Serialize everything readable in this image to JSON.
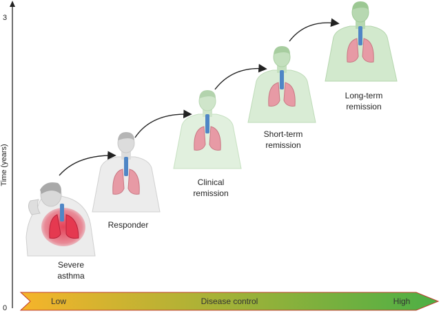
{
  "axis": {
    "y_label": "Time (years)",
    "y_ticks": [
      "3",
      "0"
    ]
  },
  "stages": [
    {
      "id": "severe-asthma",
      "label_lines": [
        "Severe",
        "asthma"
      ]
    },
    {
      "id": "responder",
      "label_lines": [
        "Responder"
      ]
    },
    {
      "id": "clinical-remission",
      "label_lines": [
        "Clinical",
        "remission"
      ]
    },
    {
      "id": "short-term-remission",
      "label_lines": [
        "Short-term",
        "remission"
      ]
    },
    {
      "id": "long-term-remission",
      "label_lines": [
        "Long-term",
        "remission"
      ]
    }
  ],
  "control_bar": {
    "low": "Low",
    "center": "Disease control",
    "high": "High",
    "gradient_start": "#f6b42a",
    "gradient_end": "#4caf45"
  },
  "colors": {
    "axis": "#222222",
    "arrow": "#222222",
    "text": "#222222",
    "lung_severe": "#e53950",
    "lung_normal": "#e79aa5",
    "trachea": "#4f86c6",
    "body_gray": "#e6e6e6",
    "body_green": "#d7ecd3",
    "head_green": "#b7d8b1"
  }
}
